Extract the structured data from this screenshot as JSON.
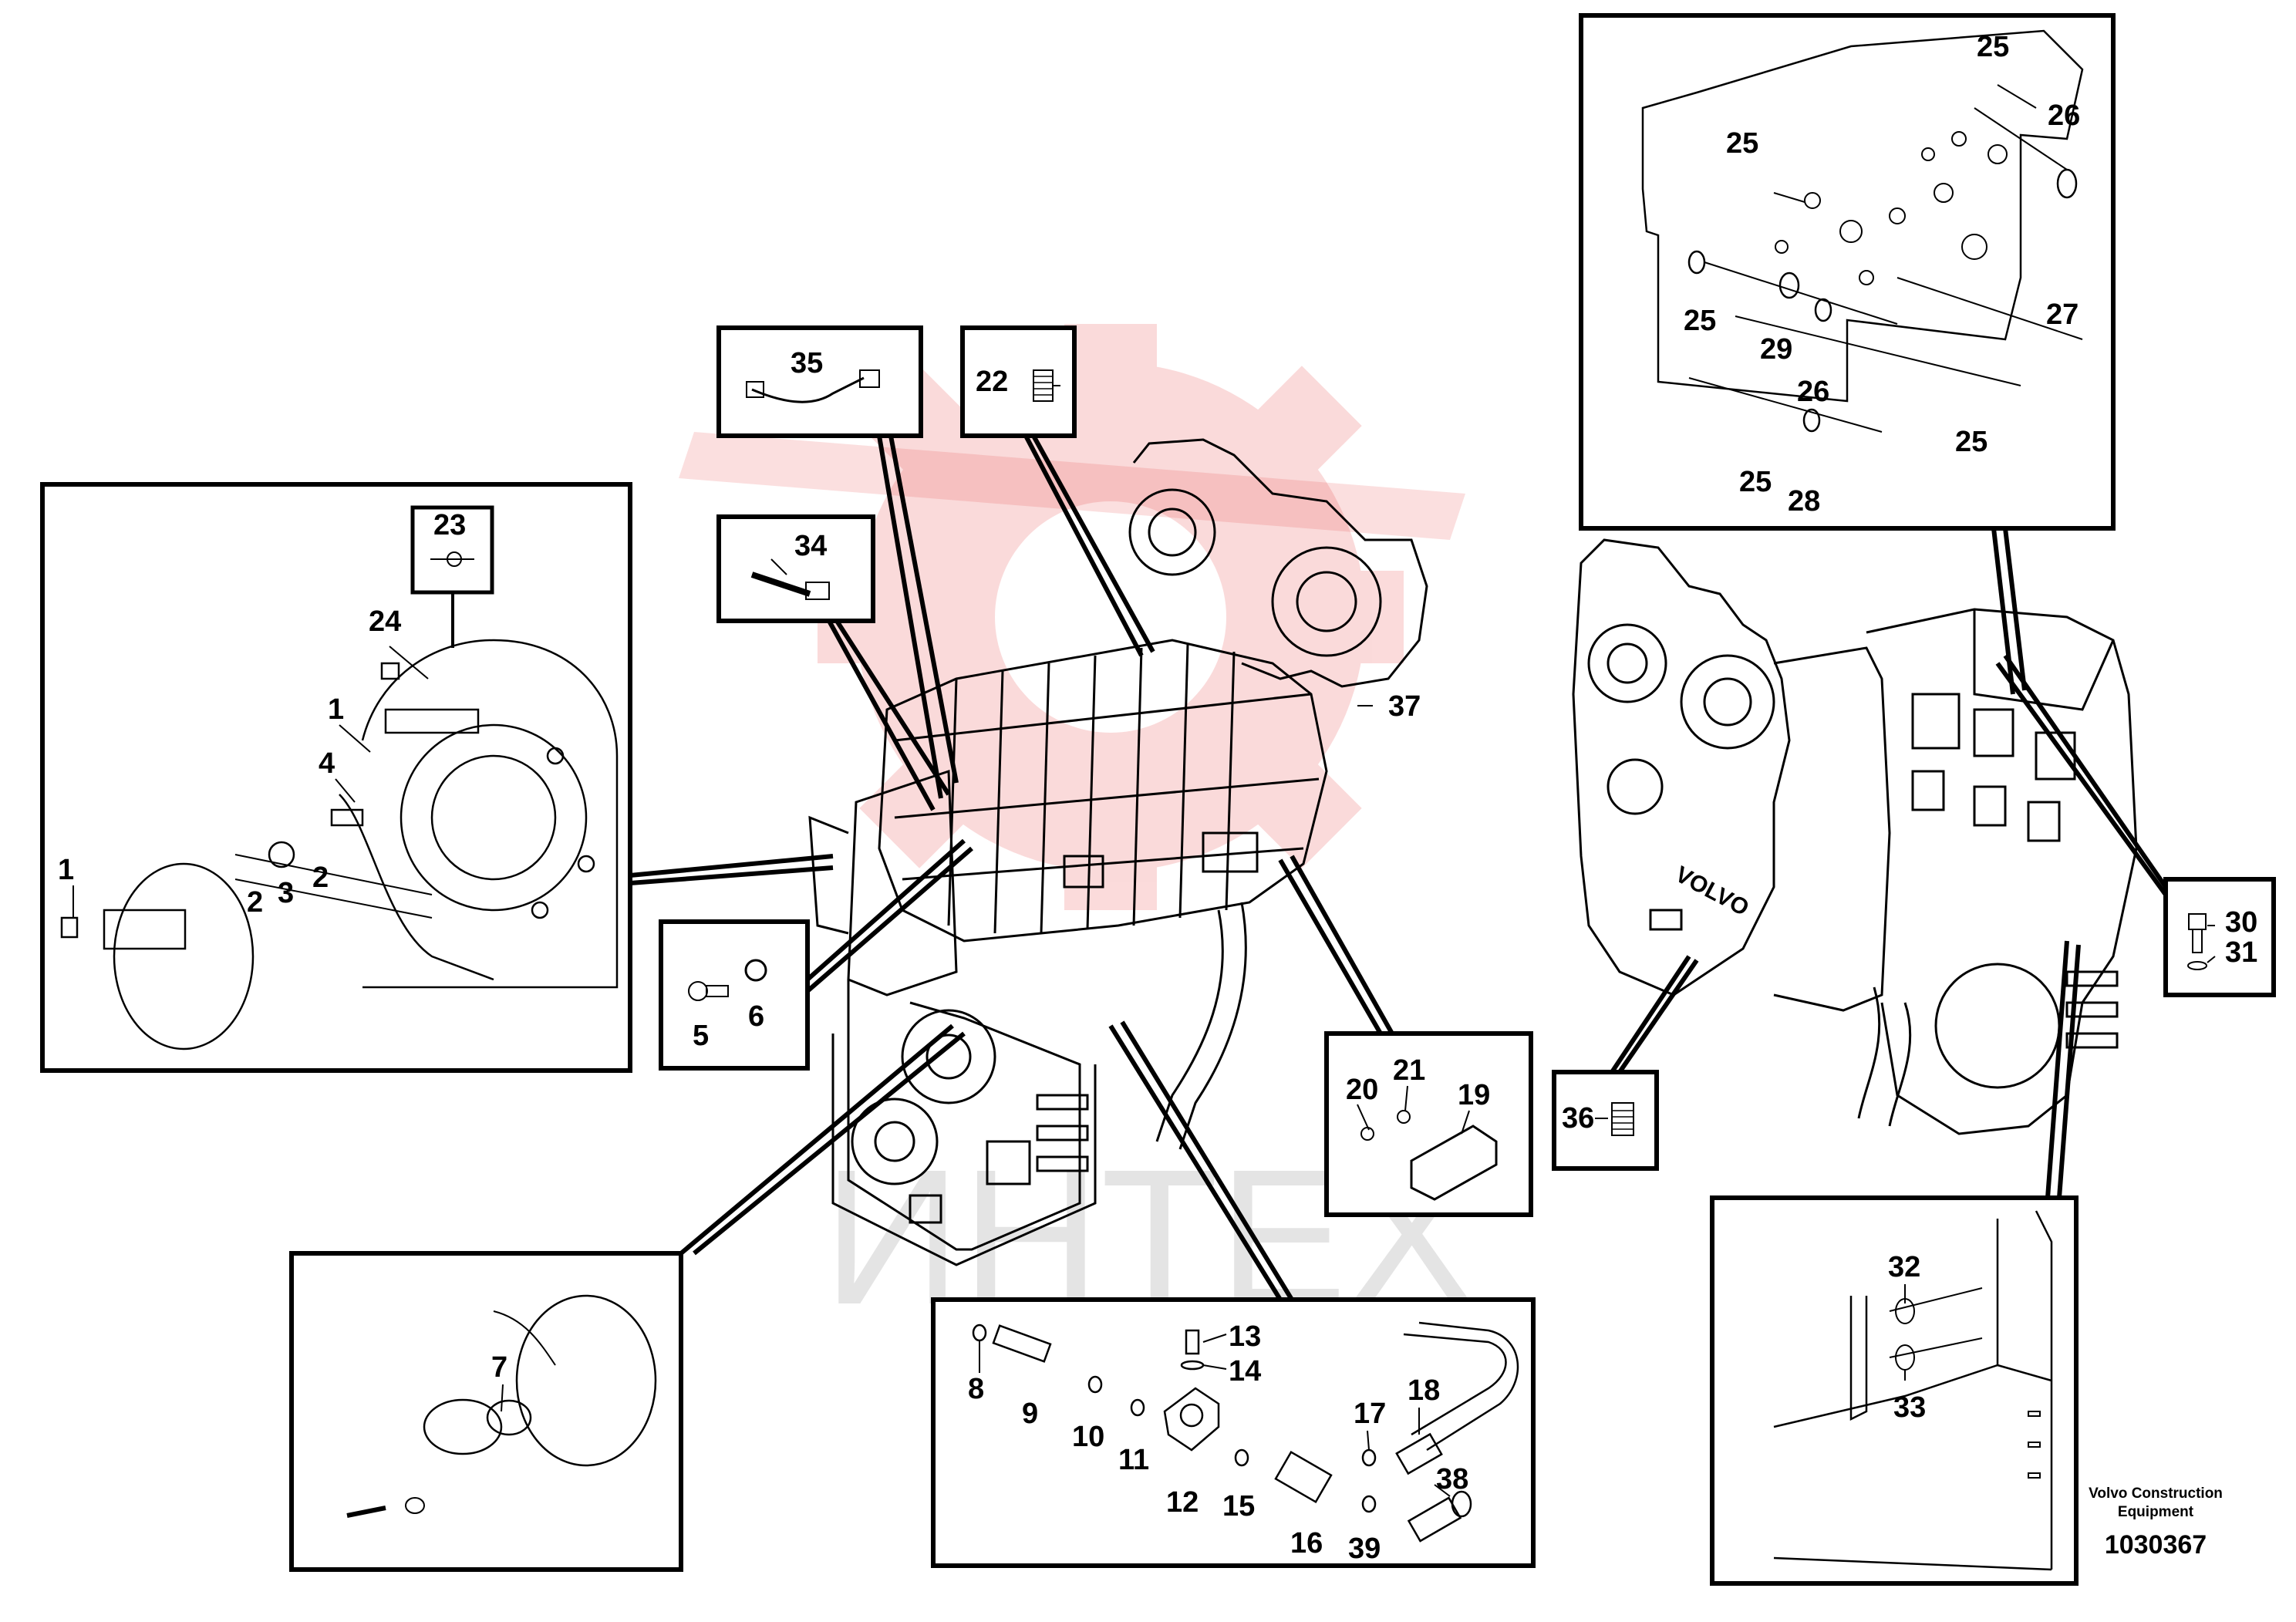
{
  "callouts": {
    "c1a": "1",
    "c1b": "1",
    "c2a": "2",
    "c2b": "2",
    "c3": "3",
    "c4": "4",
    "c5": "5",
    "c6": "6",
    "c7": "7",
    "c8": "8",
    "c9": "9",
    "c10": "10",
    "c11": "11",
    "c12": "12",
    "c13": "13",
    "c14": "14",
    "c15": "15",
    "c16": "16",
    "c17": "17",
    "c18": "18",
    "c19": "19",
    "c20": "20",
    "c21": "21",
    "c22": "22",
    "c23": "23",
    "c24": "24",
    "c25a": "25",
    "c25b": "25",
    "c25c": "25",
    "c25d": "25",
    "c25e": "25",
    "c26a": "26",
    "c26b": "26",
    "c27": "27",
    "c28": "28",
    "c29": "29",
    "c30": "30",
    "c31": "31",
    "c32": "32",
    "c33": "33",
    "c34": "34",
    "c35": "35",
    "c36": "36",
    "c37": "37",
    "c38": "38",
    "c39": "39"
  },
  "watermark": {
    "text": "ИНТЕХ",
    "color": "#e83a3a"
  },
  "brand_plate": "VOLVO",
  "credit": {
    "line1": "Volvo Construction",
    "line2": "Equipment",
    "number": "1030367"
  }
}
